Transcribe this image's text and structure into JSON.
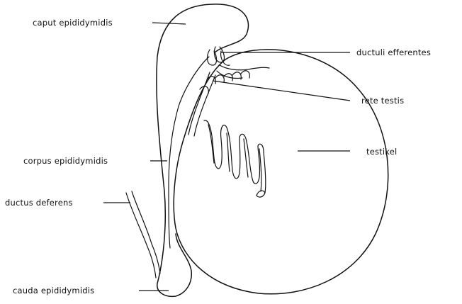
{
  "labels": {
    "caput": "caput epididymidis",
    "ductuli": "ductuli efferentes",
    "rete": "rete testis",
    "corpus": "corpus epididymidis",
    "testikel": "testikel",
    "ductus": "ductus deferens",
    "cauda": "cauda epididymidis"
  },
  "colors": {
    "line": "#111111",
    "background": "#ffffff"
  }
}
